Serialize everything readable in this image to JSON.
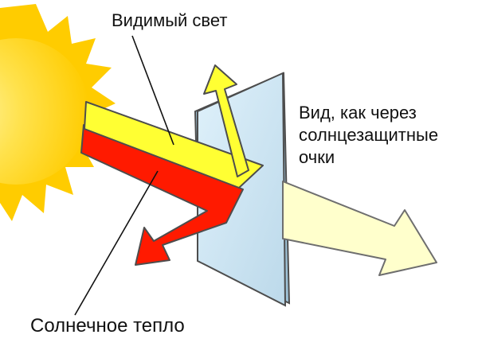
{
  "labels": {
    "visible_light": "Видимый свет",
    "view_line1": "Вид, как через",
    "view_line2": "солнцезащитные",
    "view_line3": "очки",
    "solar_heat": "Солнечное тепло"
  },
  "colors": {
    "sun_outer": "#ffcc00",
    "sun_inner": "#ffe870",
    "visible_light": "#ffff33",
    "solar_heat": "#ff1a00",
    "transmitted_light": "#ffffcc",
    "glass": "#cfe6f3",
    "outline": "#4d4d4d",
    "text": "#111111"
  },
  "icons": {
    "sun": "sun-icon",
    "glass": "glass-pane"
  }
}
